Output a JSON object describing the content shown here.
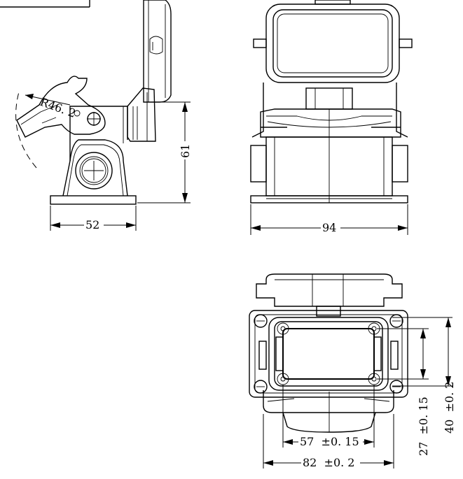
{
  "dimensions": {
    "side_height": "61",
    "side_width": "52",
    "radius": "R46. 2",
    "front_width": "94",
    "bottom_inner_width": "57  ±0. 15",
    "bottom_outer_width": "82  ±0. 2",
    "bottom_inner_height": "27  ±0. 15",
    "bottom_outer_height": "40  ±0. 2"
  }
}
